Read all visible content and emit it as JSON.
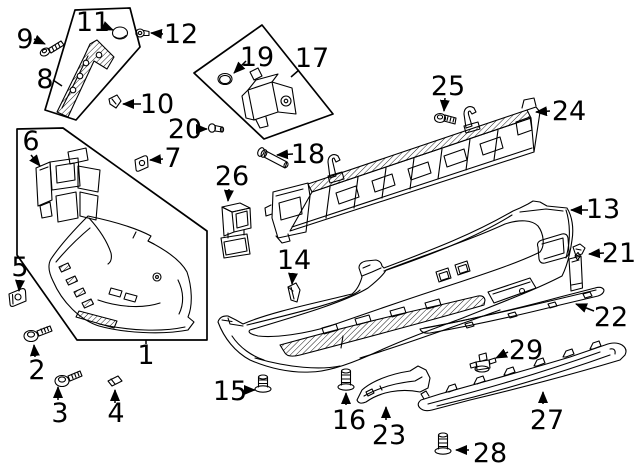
{
  "diagram": {
    "background_color": "#ffffff",
    "line_color": "#000000",
    "callouts": {
      "c1": "1",
      "c2": "2",
      "c3": "3",
      "c4": "4",
      "c5": "5",
      "c6": "6",
      "c7": "7",
      "c8": "8",
      "c9": "9",
      "c10": "10",
      "c11": "11",
      "c12": "12",
      "c13": "13",
      "c14": "14",
      "c15": "15",
      "c16": "16",
      "c17": "17",
      "c18": "18",
      "c19": "19",
      "c20": "20",
      "c21": "21",
      "c22": "22",
      "c23": "23",
      "c24": "24",
      "c25": "25",
      "c26": "26",
      "c27": "27",
      "c28": "28",
      "c29": "29"
    }
  }
}
